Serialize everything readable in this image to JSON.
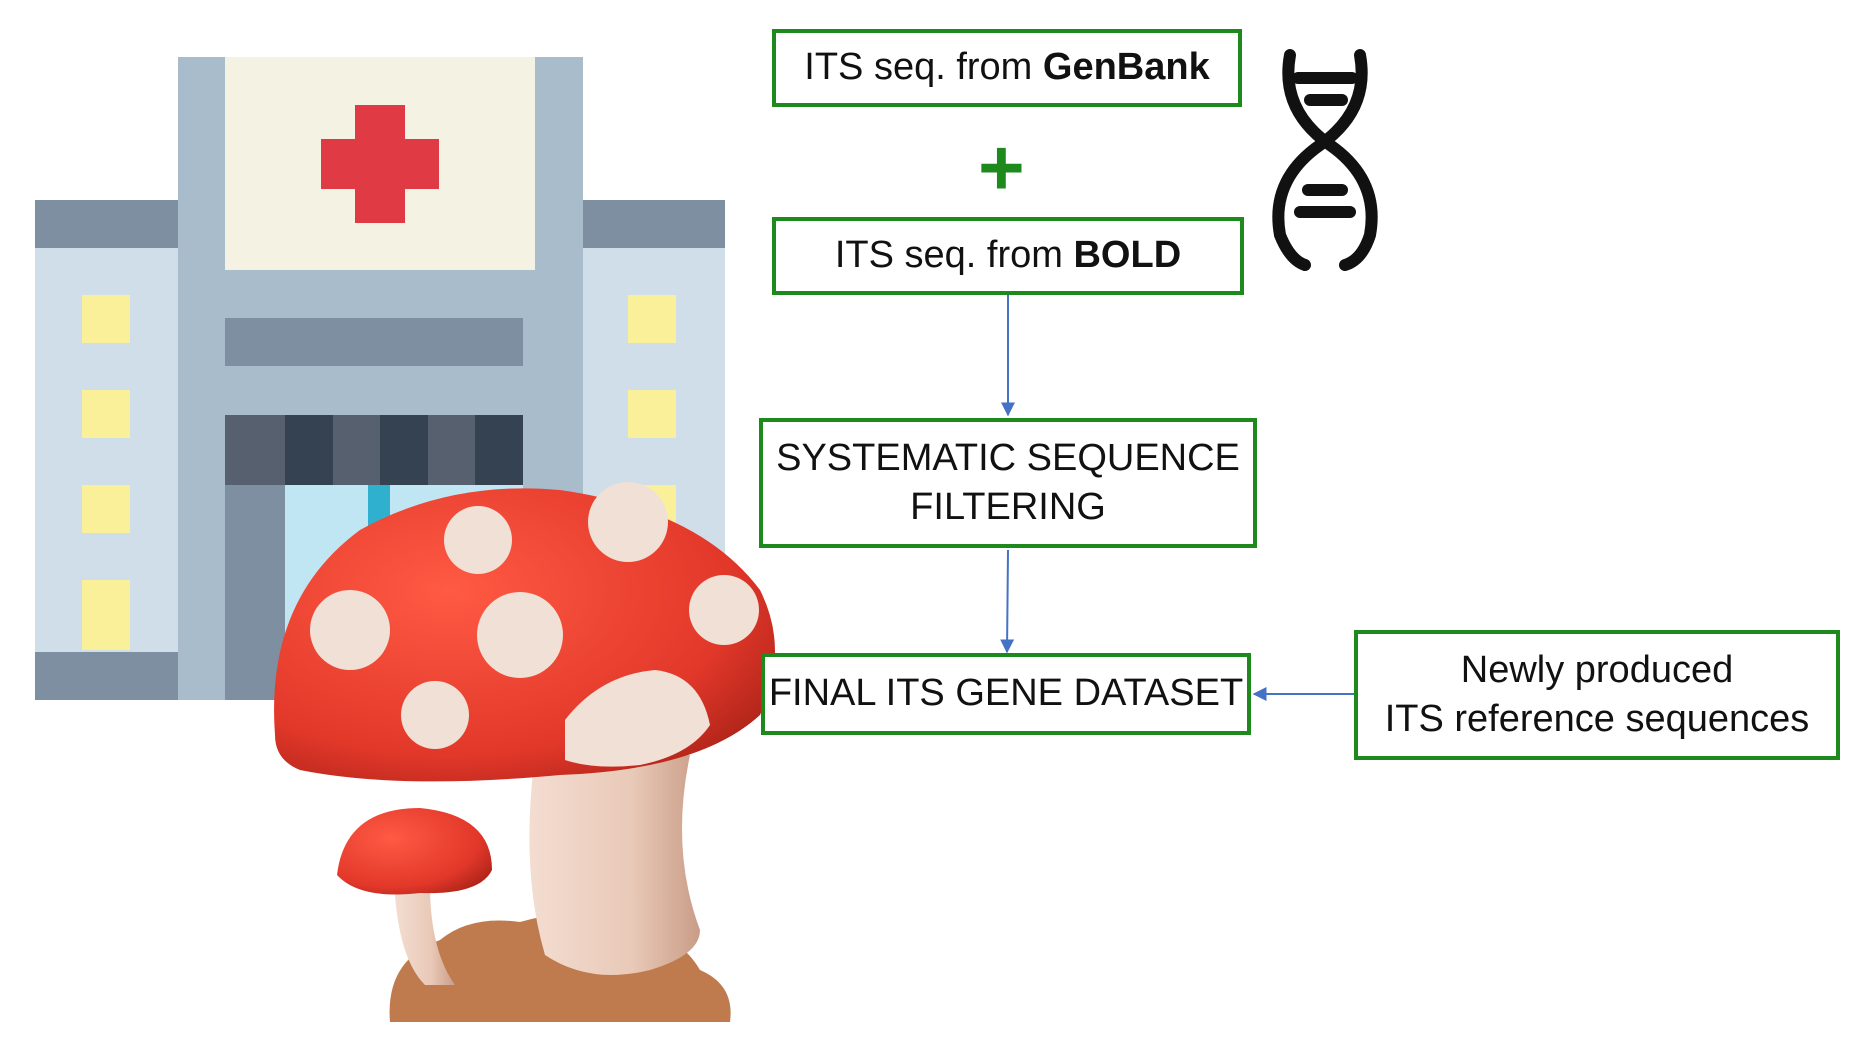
{
  "nodes": {
    "genbank": {
      "prefix": "ITS seq. from ",
      "bold": "GenBank"
    },
    "plus": "+",
    "bold_src": {
      "prefix": "ITS seq. from ",
      "bold": "BOLD"
    },
    "filtering": {
      "line1": "SYSTEMATIC SEQUENCE",
      "line2": "FILTERING"
    },
    "final": "FINAL ITS GENE DATASET",
    "newly": {
      "line1": "Newly produced",
      "line2": "ITS reference sequences"
    }
  },
  "colors": {
    "box_border": "#1e8a1e",
    "arrow": "#4472c4",
    "cross": "#e03a45",
    "mushroom_cap": "#e8402e"
  },
  "icons": [
    "hospital-icon",
    "mushroom-icon",
    "dna-icon"
  ]
}
